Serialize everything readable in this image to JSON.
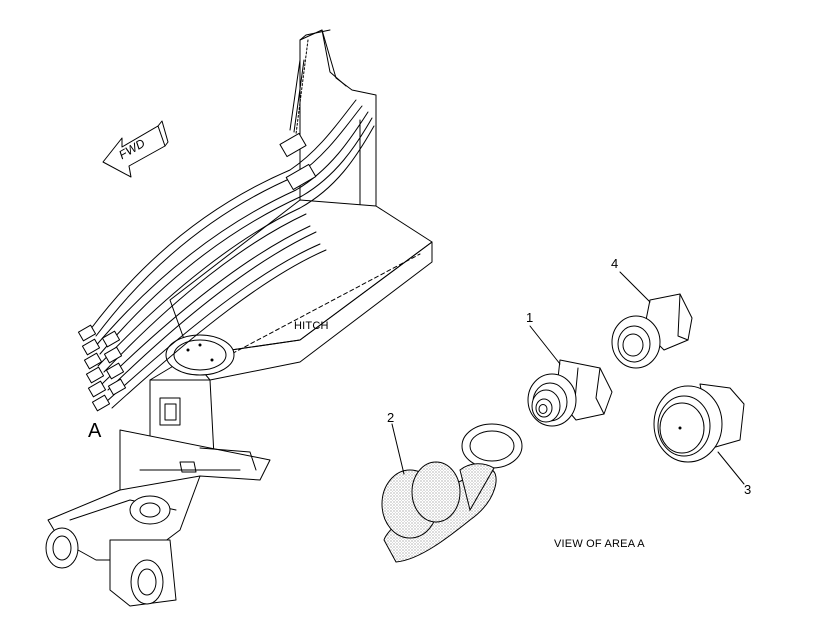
{
  "labels": {
    "fwd": "FWD",
    "hitch": "HITCH",
    "area_marker": "A",
    "view_caption": "VIEW OF AREA  A"
  },
  "callouts": [
    {
      "id": "1",
      "text": "1"
    },
    {
      "id": "2",
      "text": "2"
    },
    {
      "id": "3",
      "text": "3"
    },
    {
      "id": "4",
      "text": "4"
    }
  ],
  "colors": {
    "line": "#000000",
    "background": "#ffffff",
    "stipple": "#9a9a9a"
  }
}
